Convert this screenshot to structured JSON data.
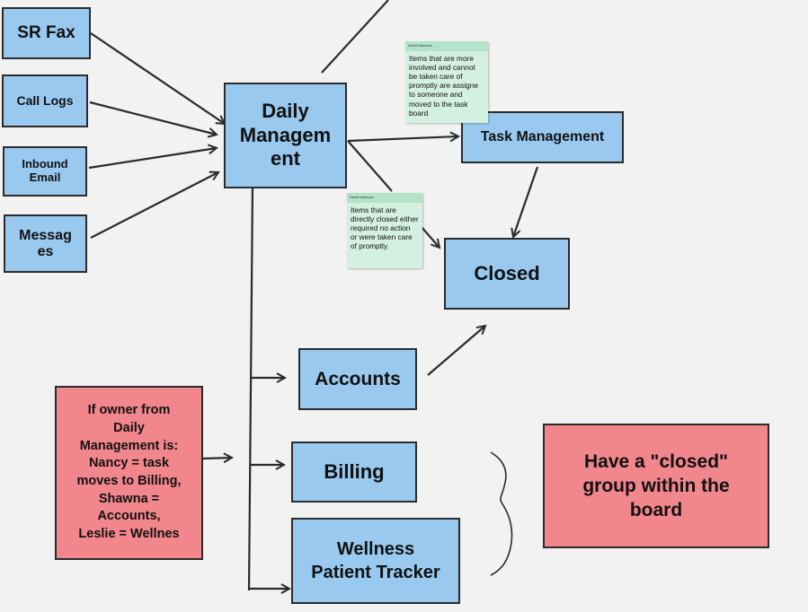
{
  "nodes": {
    "sr_fax": "SR Fax",
    "call_logs": "Call Logs",
    "inbound_email": "Inbound\nEmail",
    "messages": "Messag\nes",
    "daily_management": "Daily\nManagem\nent",
    "task_management": "Task Management",
    "closed": "Closed",
    "accounts": "Accounts",
    "billing": "Billing",
    "wellness": "Wellness\nPatient Tracker",
    "owner_note": "If owner from\nDaily\nManagement is:\nNancy = task\nmoves to Billing,\nShawna =\nAccounts,\nLeslie = Wellnes",
    "closed_group_note": "Have a \"closed\"\ngroup within the\nboard"
  },
  "sticky_notes": {
    "task_board": {
      "author": "David Mauncer",
      "text": "Items that are more involved and cannot be taken care of promptly are assigne to someone and moved to the task board"
    },
    "closed_items": {
      "author": "David Mauncer",
      "text": "Items that are directly closed either required no action or were taken care of promptly."
    }
  },
  "colors": {
    "blue_node": "#99c9ef",
    "red_node": "#f2868d",
    "sticky": "#d3f0e1",
    "sticky_header": "#b3e3c9",
    "line": "#2b2b2b",
    "canvas": "#f2f2f2"
  }
}
